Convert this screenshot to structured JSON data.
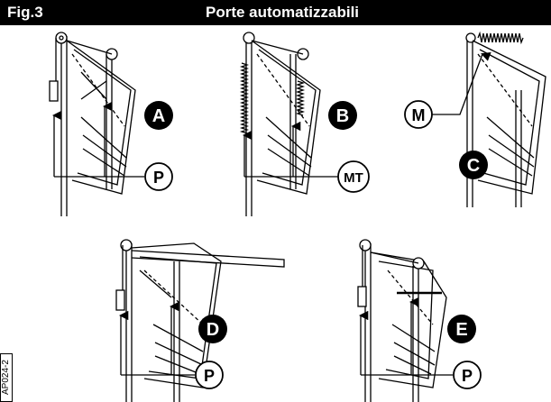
{
  "header": {
    "fig_label": "Fig.3",
    "title": "Porte automatizzabili"
  },
  "code": "AP024-2",
  "panels": [
    {
      "badge": "A",
      "callouts": [
        "P"
      ]
    },
    {
      "badge": "B",
      "callouts": [
        "MT"
      ]
    },
    {
      "badge": "C",
      "callouts": [
        "M"
      ]
    },
    {
      "badge": "D",
      "callouts": [
        "P"
      ]
    },
    {
      "badge": "E",
      "callouts": [
        "P"
      ]
    }
  ]
}
